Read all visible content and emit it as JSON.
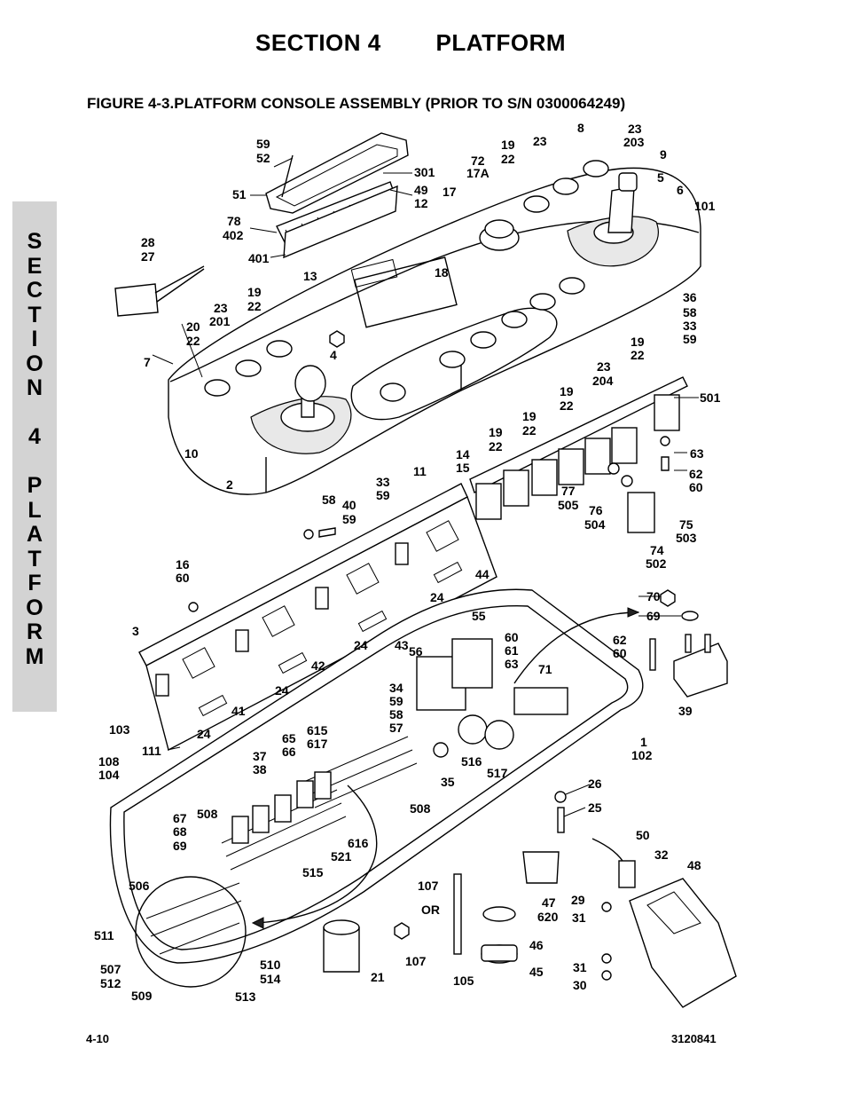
{
  "header": {
    "section_title": "SECTION 4        PLATFORM",
    "figure_title": "FIGURE 4-3.PLATFORM CONSOLE ASSEMBLY (PRIOR TO S/N 0300064249)"
  },
  "side_tab": {
    "letters": [
      "S",
      "E",
      "C",
      "T",
      "I",
      "O",
      "N",
      "",
      "4",
      "",
      "P",
      "L",
      "A",
      "T",
      "F",
      "O",
      "R",
      "M"
    ]
  },
  "callouts": {
    "c1": "59",
    "c2": "52",
    "c3": "301",
    "c4": "51",
    "c5": "49",
    "c6": "12",
    "c7": "78",
    "c8": "402",
    "c9": "401",
    "c10": "8",
    "c11": "23",
    "c12": "203",
    "c13": "19",
    "c14": "22",
    "c15": "23",
    "c16": "72",
    "c17": "17A",
    "c18": "9",
    "c19": "17",
    "c20": "5",
    "c21": "6",
    "c22": "101",
    "c23": "28",
    "c24": "27",
    "c25": "13",
    "c26": "18",
    "c27": "19",
    "c28": "22",
    "c29": "23",
    "c30": "201",
    "c31": "20",
    "c32": "22",
    "c33": "7",
    "c34": "4",
    "c35": "36",
    "c36": "58",
    "c37": "33",
    "c38": "59",
    "c39": "19",
    "c40": "22",
    "c41": "23",
    "c42": "204",
    "c43": "19",
    "c44": "22",
    "c45": "501",
    "c46": "19",
    "c47": "22",
    "c48": "19",
    "c49": "22",
    "c50": "10",
    "c51": "14",
    "c52": "15",
    "c53": "11",
    "c54": "2",
    "c55": "33",
    "c56": "59",
    "c57": "63",
    "c58": "62",
    "c59": "60",
    "c60": "77",
    "c61": "505",
    "c62": "76",
    "c63": "504",
    "c64": "75",
    "c65": "503",
    "c66": "74",
    "c67": "502",
    "c68": "58",
    "c69": "40",
    "c70": "59",
    "c71": "44",
    "c72": "16",
    "c73": "60",
    "c74": "24",
    "c75": "55",
    "c76": "70",
    "c77": "69",
    "c78": "3",
    "c79": "43",
    "c80": "56",
    "c81": "60",
    "c82": "61",
    "c83": "63",
    "c84": "62",
    "c85": "60",
    "c86": "24",
    "c87": "42",
    "c88": "71",
    "c89": "24",
    "c90": "34",
    "c91": "59",
    "c92": "58",
    "c93": "57",
    "c94": "41",
    "c95": "39",
    "c96": "103",
    "c97": "24",
    "c98": "65",
    "c99": "66",
    "c100": "615",
    "c101": "617",
    "c102": "37",
    "c103": "38",
    "c104": "1",
    "c105": "102",
    "c106": "111",
    "c107": "108",
    "c108": "104",
    "c109": "516",
    "c110": "517",
    "c111": "35",
    "c112": "26",
    "c113": "25",
    "c114": "508",
    "c115": "67",
    "c116": "68",
    "c117": "69",
    "c118": "508",
    "c119": "616",
    "c120": "521",
    "c121": "515",
    "c122": "50",
    "c123": "32",
    "c124": "48",
    "c125": "506",
    "c126": "107",
    "c127": "OR",
    "c128": "29",
    "c129": "47",
    "c130": "620",
    "c131": "31",
    "c132": "511",
    "c133": "46",
    "c134": "107",
    "c135": "507",
    "c136": "512",
    "c137": "510",
    "c138": "514",
    "c139": "21",
    "c140": "105",
    "c141": "45",
    "c142": "31",
    "c143": "30",
    "c144": "509",
    "c145": "513"
  },
  "footer": {
    "page_number": "4-10",
    "doc_number": "3120841"
  }
}
